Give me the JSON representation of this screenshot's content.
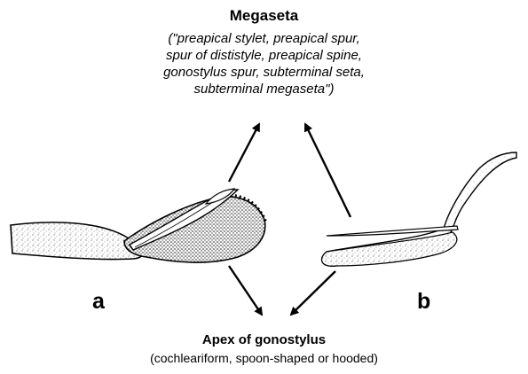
{
  "megaseta": {
    "title": "Megaseta",
    "synonyms": [
      "(\"preapical stylet, preapical spur,",
      "spur of dististyle, preapical spine,",
      "gonostylus spur, subterminal seta,",
      "subterminal megaseta\")"
    ]
  },
  "panels": {
    "a": "a",
    "b": "b"
  },
  "apex": {
    "title": "Apex of gonostylus",
    "description": "(cochleariform, spoon-shaped or hooded)"
  }
}
